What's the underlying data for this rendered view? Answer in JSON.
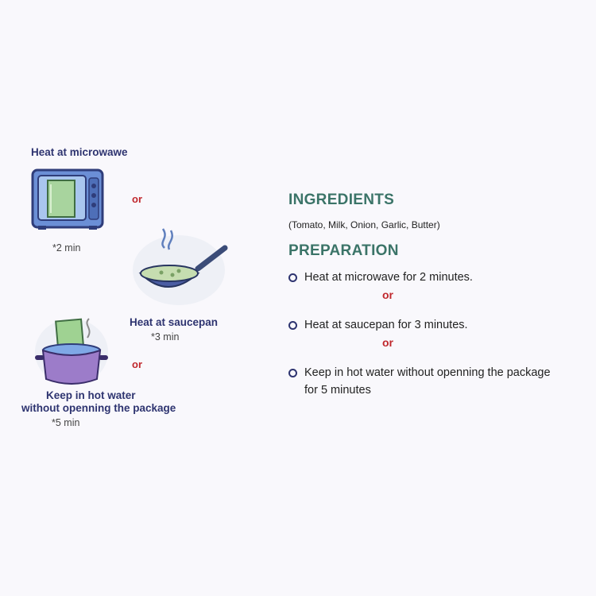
{
  "left": {
    "microwave_label": "Heat at microwawe",
    "microwave_time": "*2 min",
    "or_1": "or",
    "saucepan_label": "Heat at saucepan",
    "saucepan_time": "*3 min",
    "or_2": "or",
    "hotwater_label_1": "Keep in hot water",
    "hotwater_label_2": "without openning the package",
    "hotwater_time": "*5 min"
  },
  "right": {
    "ingredients_title": "INGREDIENTS",
    "ingredients_text": "(Tomato, Milk, Onion, Garlic, Butter)",
    "preparation_title": "PREPARATION",
    "steps": [
      {
        "line1": "Heat at microwave for 2 minutes.",
        "line2": ""
      },
      {
        "line1": "Heat at saucepan for 3 minutes.",
        "line2": ""
      },
      {
        "line1": "Keep in hot water without openning the package",
        "line2": "for 5 minutes"
      }
    ],
    "or_a": "or",
    "or_b": "or"
  },
  "colors": {
    "heading": "#3b7468",
    "navy": "#2e3470",
    "or_red": "#c0282d"
  },
  "icons": [
    "microwave-icon",
    "frying-pan-icon",
    "pot-with-package-icon"
  ]
}
